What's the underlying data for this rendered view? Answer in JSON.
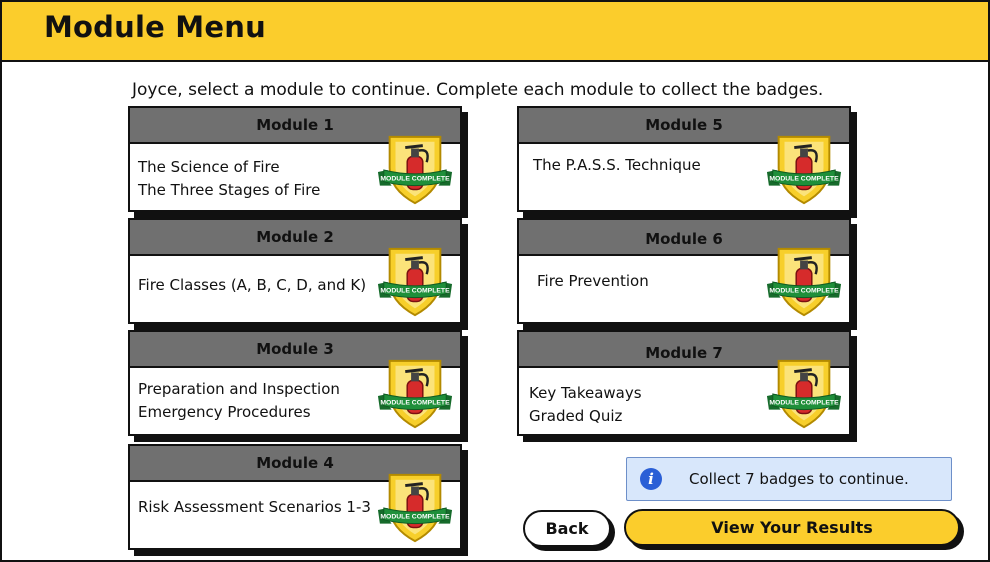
{
  "header": {
    "title": "Module Menu"
  },
  "instructions": "Joyce, select a module to continue. Complete each module to collect the badges.",
  "badge_label": "MODULE COMPLETE",
  "modules": [
    {
      "title": "Module 1",
      "line1": "The Science of Fire",
      "line2": "The Three Stages of Fire"
    },
    {
      "title": "Module 2",
      "line1": "Fire Classes (A, B, C, D, and K)",
      "line2": ""
    },
    {
      "title": "Module 3",
      "line1": "Preparation and Inspection",
      "line2": "Emergency Procedures"
    },
    {
      "title": "Module 4",
      "line1": "Risk Assessment Scenarios 1-3",
      "line2": ""
    },
    {
      "title": "Module 5",
      "line1": "The P.A.S.S. Technique",
      "line2": ""
    },
    {
      "title": "Module 6",
      "line1": "Fire Prevention",
      "line2": ""
    },
    {
      "title": "Module 7",
      "line1": "Key Takeaways",
      "line2": "Graded Quiz"
    }
  ],
  "info": {
    "icon": "info-icon",
    "text": "Collect 7 badges to continue."
  },
  "buttons": {
    "back": "Back",
    "results": "View Your Results"
  },
  "colors": {
    "accent_yellow": "#fbcd2c",
    "card_header_gray": "#707070",
    "badge_green": "#1f8f3a",
    "extinguisher_red": "#d62b2b"
  }
}
